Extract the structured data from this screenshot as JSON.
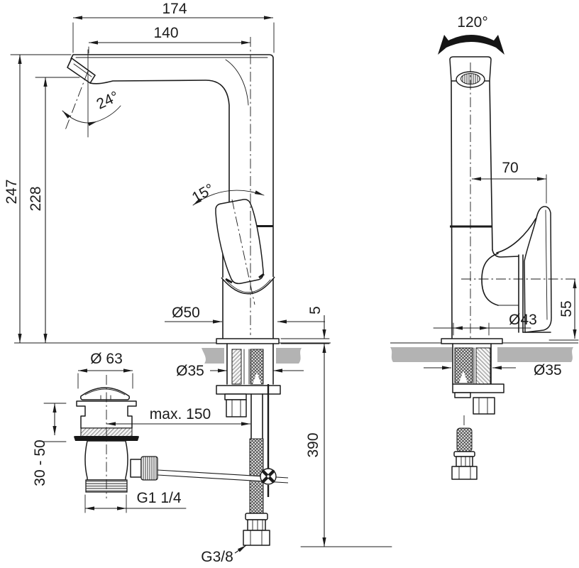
{
  "drawing": {
    "type": "technical-dimension-drawing",
    "subject": "single-lever basin mixer tap, side view and front view with installation parts",
    "line_color": "#1b1b1b",
    "counter_color": "#b3b3b3",
    "left_view": {
      "total_width": "174",
      "spout_reach": "140",
      "spout_angle": "24°",
      "total_height": "247",
      "spout_height": "228",
      "handle_angle": "15°",
      "body_diameter": "Ø50",
      "base_plate_height": "5",
      "drain_diameter": "Ø 63",
      "hole_diameter": "Ø35",
      "drain_offset": "max. 150",
      "mount_thickness_range": "30 - 50",
      "drain_thread": "G1 1/4",
      "hose_length": "390",
      "hose_thread": "G3/8"
    },
    "right_view": {
      "swivel_angle": "120°",
      "handle_reach": "70",
      "handle_height": "55",
      "base_diameter": "Ø43",
      "hole_diameter": "Ø35"
    }
  }
}
